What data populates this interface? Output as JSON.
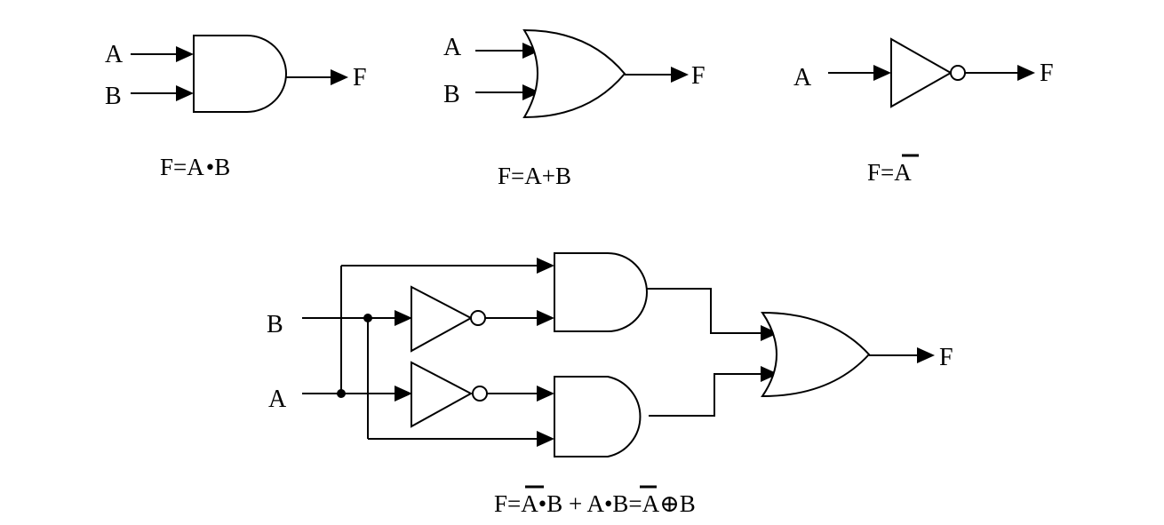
{
  "and_gate": {
    "input_a": "A",
    "input_b": "B",
    "output": "F",
    "eq_lhs": "F=A",
    "eq_op": "•",
    "eq_rhs": "B"
  },
  "or_gate": {
    "input_a": "A",
    "input_b": "B",
    "output": "F",
    "eq_text": "F=A+B"
  },
  "not_gate": {
    "input": "A",
    "output": "F",
    "eq_lhs": "F=",
    "eq_var": "A"
  },
  "xor_circuit": {
    "input_b": "B",
    "input_a": "A",
    "output": "F",
    "eq": {
      "p1": "F=",
      "a_bar": "A",
      "p2": "•B + A",
      "dot": "•",
      "b_bar": "B",
      "p3": "=A",
      "xor": "⊕",
      "p4": "B"
    }
  }
}
